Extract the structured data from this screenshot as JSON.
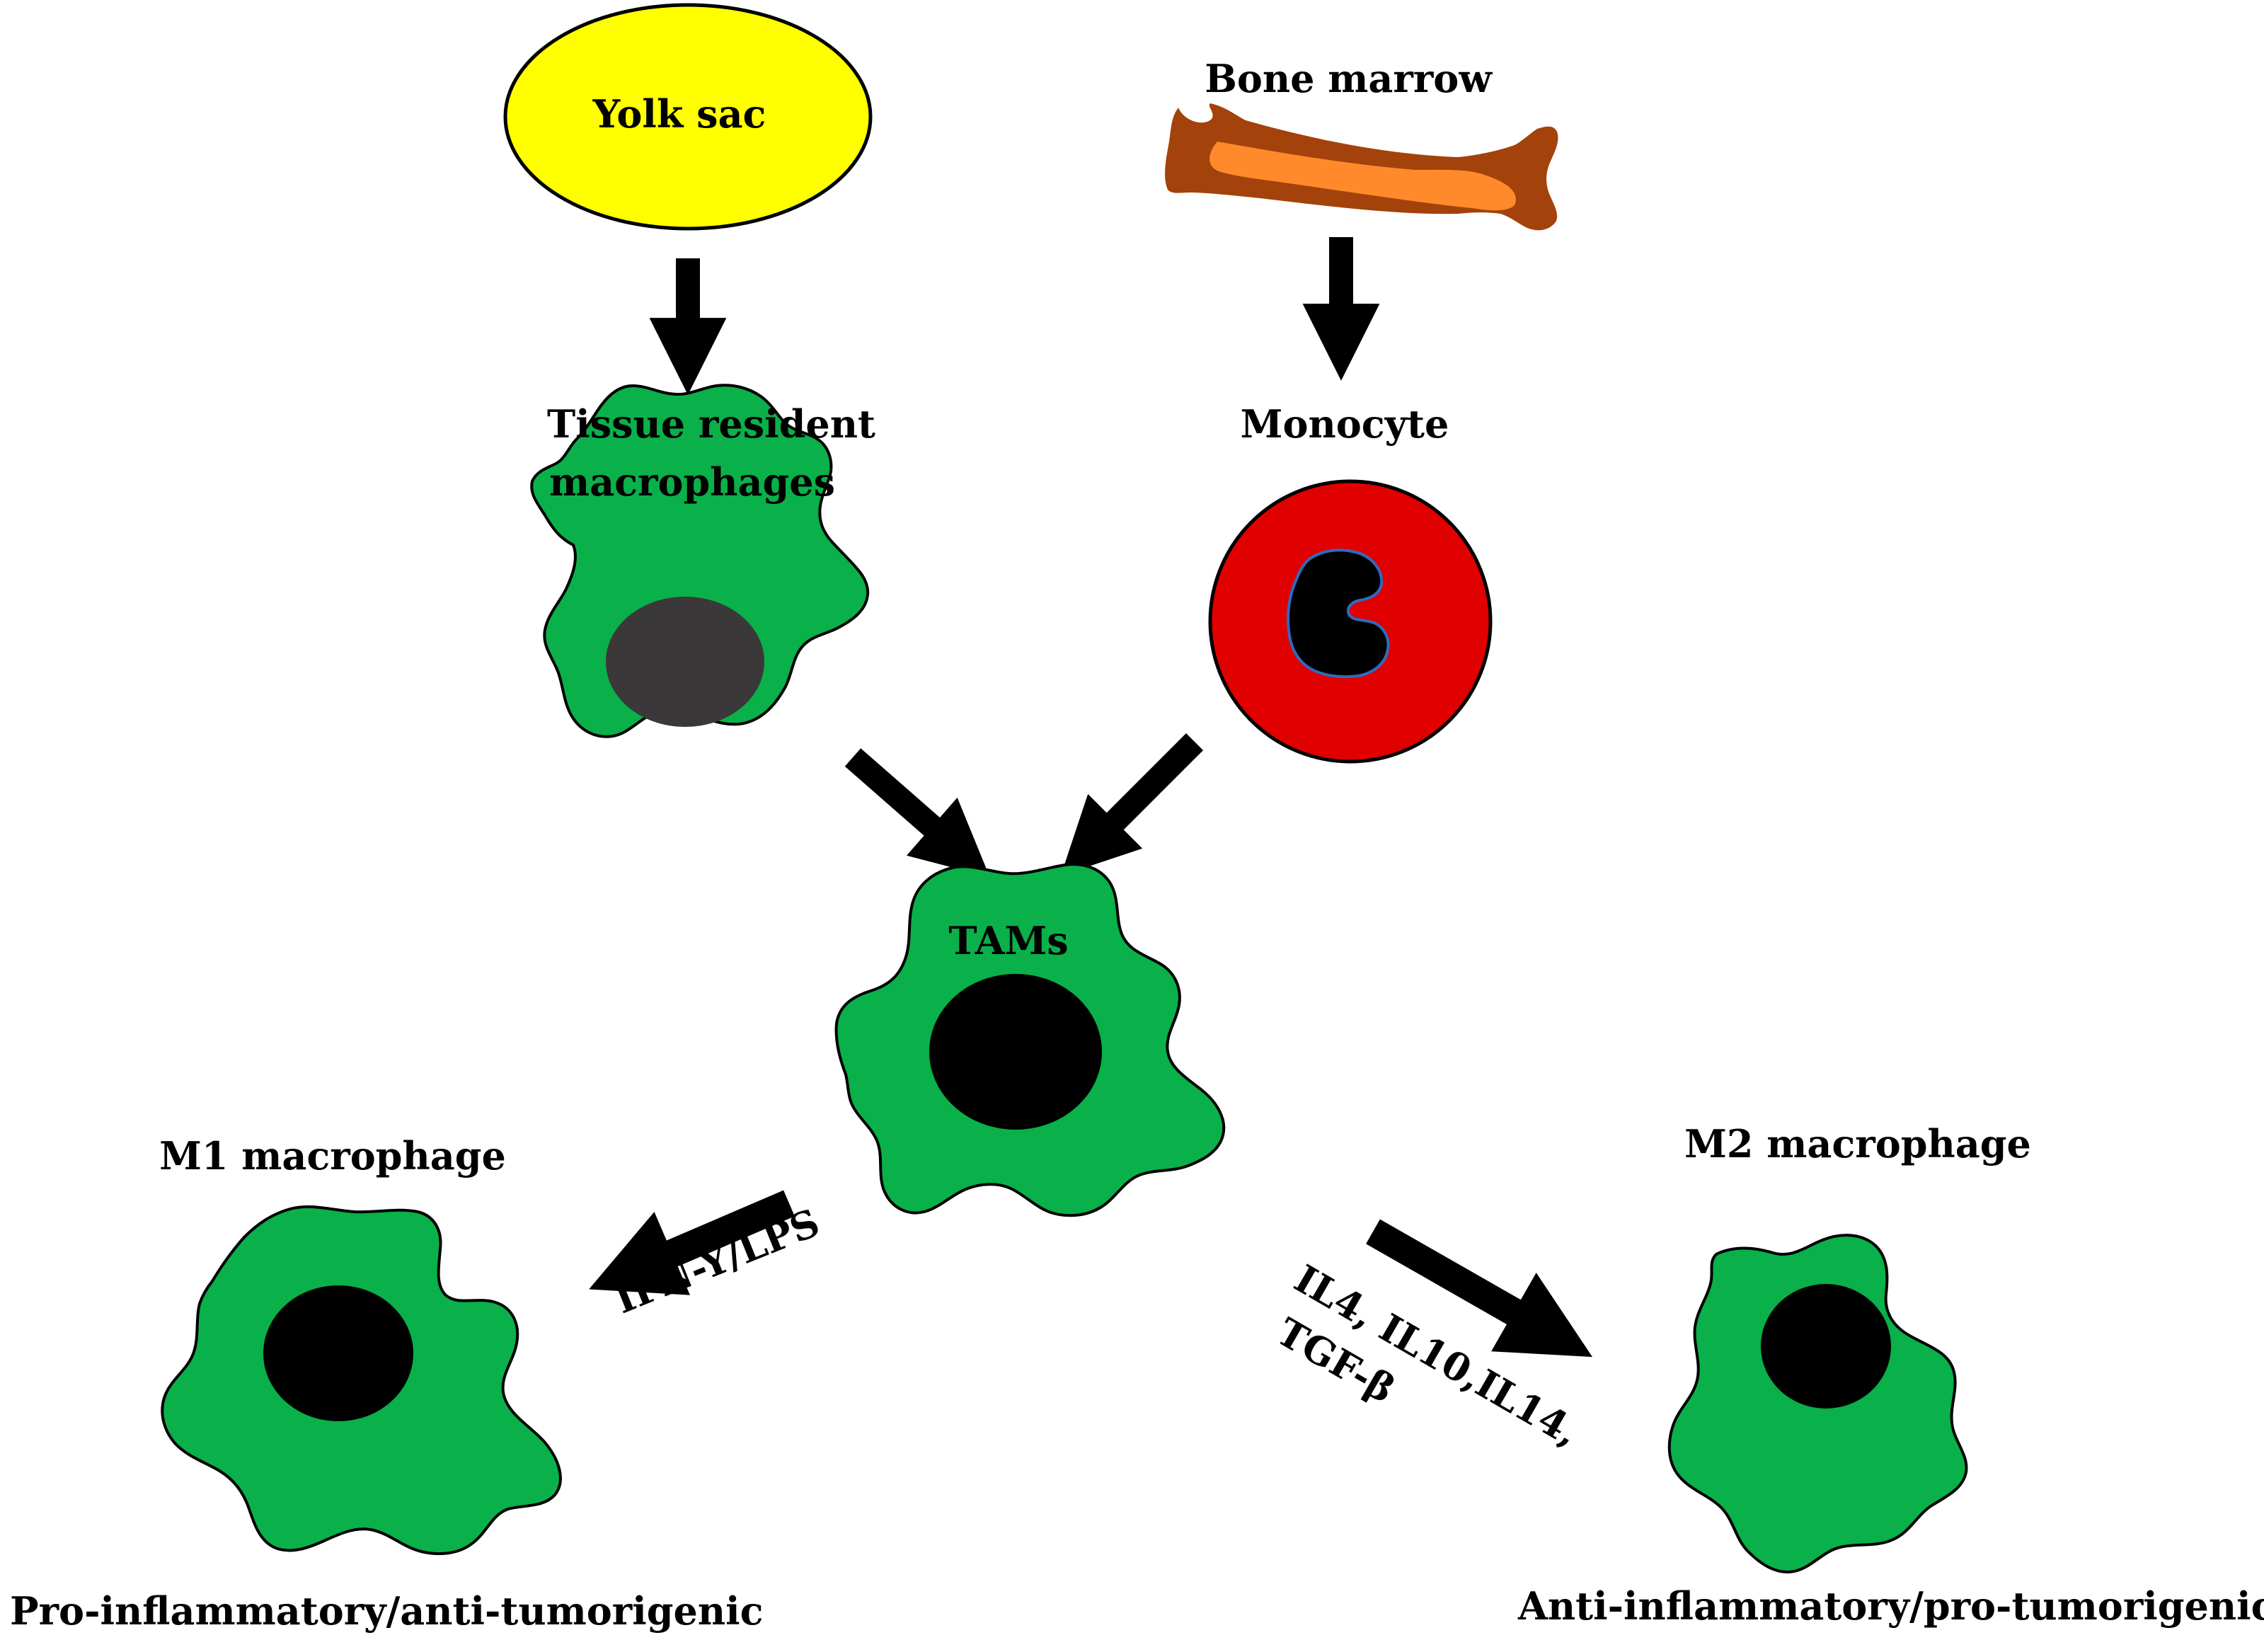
{
  "labels": {
    "yolk_sac": "Yolk sac",
    "bone_marrow": "Bone marrow",
    "tissue_resident_line1": "Tissue resident",
    "tissue_resident_line2": "macrophages",
    "monocyte": "Monocyte",
    "tams": "TAMs",
    "m1": "M1 macrophage",
    "m2": "M2 macrophage",
    "m1_stimulus": "IFN-Y/LPS",
    "m2_stimulus_line1": "IL4, IL10,IL14,",
    "m2_stimulus_line2": "TGF-β",
    "m1_function": "Pro-inflammatory/anti-tumorigenic",
    "m2_function": "Anti-inflammatory/pro-tumorigenic"
  },
  "colors": {
    "yolk_sac": "#ffff00",
    "macrophage_body": "#0ab04a",
    "tissue_nucleus": "#3a3838",
    "nucleus": "#000000",
    "monocyte_body": "#e00000",
    "bone_outer": "#a3420b",
    "bone_inner": "#ff8a2b",
    "arrow": "#000000"
  }
}
